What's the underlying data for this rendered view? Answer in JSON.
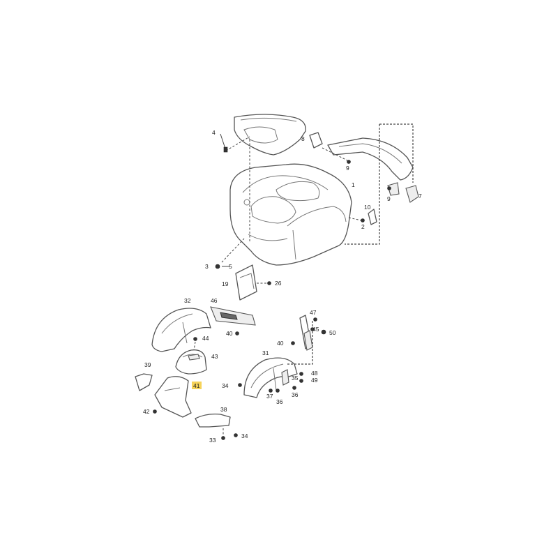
{
  "callouts": {
    "c1": "1",
    "c2": "2",
    "c3": "3",
    "c4": "4",
    "c5": "5",
    "c7": "7",
    "c8": "8",
    "c9": "9",
    "c10": "10",
    "c19": "19",
    "c26": "26",
    "c31": "31",
    "c32": "32",
    "c33": "33",
    "c34a": "34",
    "c34b": "34",
    "c35": "35",
    "c36a": "36",
    "c36b": "36",
    "c37": "37",
    "c38": "38",
    "c39": "39",
    "c40a": "40",
    "c40b": "40",
    "c41": "41",
    "c42": "42",
    "c43": "43",
    "c44": "44",
    "c45": "45",
    "c46": "46",
    "c47": "47",
    "c48": "48",
    "c49": "49",
    "c50": "50"
  },
  "highlight_callout": "41",
  "highlight_color": "#f6d35a"
}
